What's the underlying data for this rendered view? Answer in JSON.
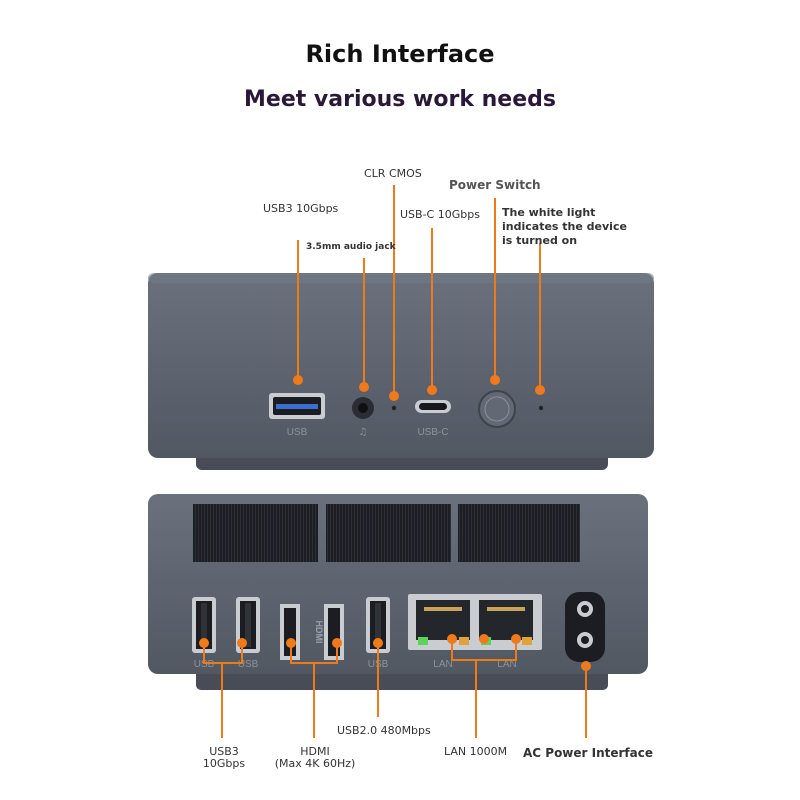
{
  "header": {
    "title": "Rich Interface",
    "subtitle": "Meet various work needs"
  },
  "front_panel": {
    "callouts": {
      "usb3": "USB3 10Gbps",
      "audio": "3.5mm audio jack",
      "clr_cmos": "CLR CMOS",
      "usbc": "USB-C 10Gbps",
      "power_switch": "Power Switch",
      "led_line1": "The white light",
      "led_line2": "indicates the device",
      "led_line3": "is turned on"
    },
    "printed": {
      "usb": "USB",
      "usbc": "USB-C"
    }
  },
  "rear_panel": {
    "callouts": {
      "usb3_line1": "USB3",
      "usb3_line2": "10Gbps",
      "hdmi_line1": "HDMI",
      "hdmi_line2": "(Max 4K 60Hz)",
      "usb2": "USB2.0 480Mbps",
      "lan": "LAN 1000M",
      "ac": "AC Power Interface"
    },
    "printed": {
      "usb_a": "USB",
      "usb_b": "USB",
      "hdmi": "HDMI",
      "usb_c": "USB",
      "lan_a": "LAN",
      "lan_b": "LAN"
    }
  },
  "colors": {
    "case": "#5c6370",
    "case_dark": "#4a505b",
    "accent": "#f07a1a",
    "vent": "#1b1d22"
  }
}
